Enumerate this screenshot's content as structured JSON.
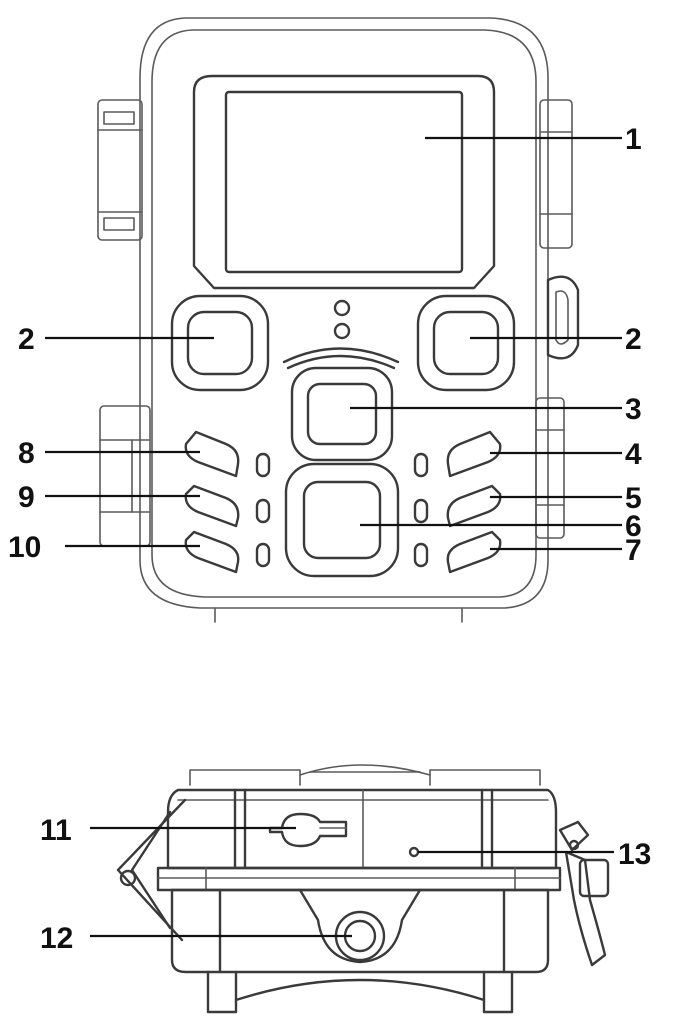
{
  "colors": {
    "outline": "#3a3a3a",
    "label": "#111111",
    "background": "#ffffff"
  },
  "front_view": {
    "callouts": [
      {
        "id": "lcd-screen",
        "label": "1"
      },
      {
        "id": "ir-led-left",
        "label": "2"
      },
      {
        "id": "ir-led-right",
        "label": "2"
      },
      {
        "id": "pir-sensor-upper",
        "label": "3"
      },
      {
        "id": "button-right-top",
        "label": "4"
      },
      {
        "id": "button-right-middle",
        "label": "5"
      },
      {
        "id": "lens",
        "label": "6"
      },
      {
        "id": "button-right-bottom",
        "label": "7"
      },
      {
        "id": "button-left-top",
        "label": "8"
      },
      {
        "id": "button-left-middle",
        "label": "9"
      },
      {
        "id": "button-left-bottom",
        "label": "10"
      }
    ]
  },
  "bottom_view": {
    "callouts": [
      {
        "id": "sd-card-slot",
        "label": "11"
      },
      {
        "id": "tripod-socket",
        "label": "12"
      },
      {
        "id": "microphone",
        "label": "13"
      }
    ]
  }
}
